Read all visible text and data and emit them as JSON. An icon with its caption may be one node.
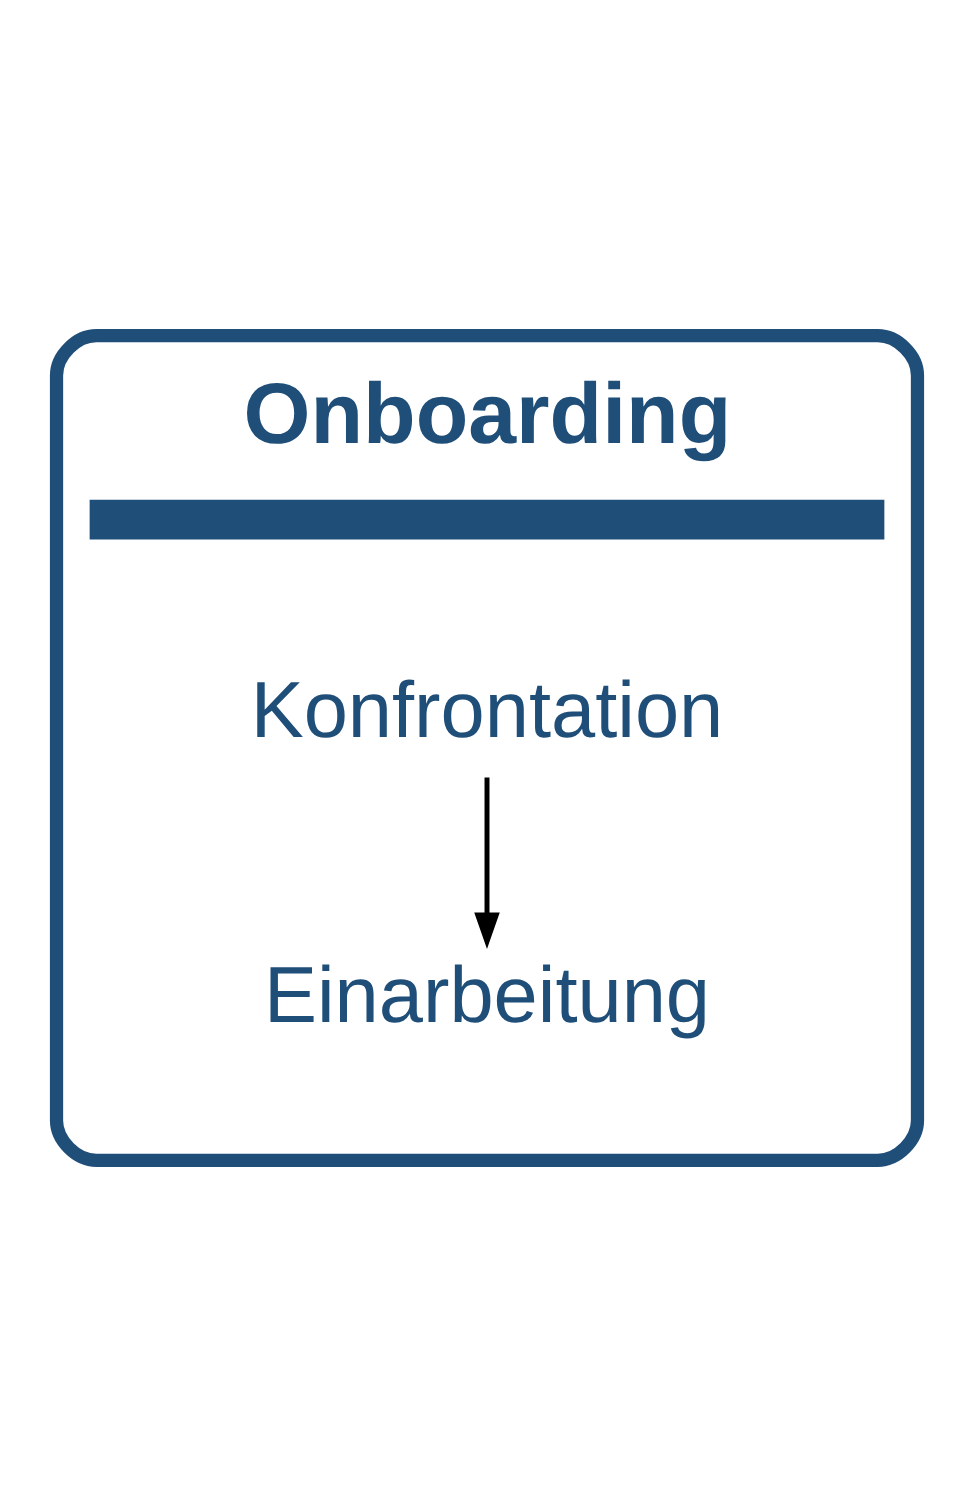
{
  "diagram": {
    "nodes": [
      {
        "text": [
          "Onboarding"
        ]
      },
      {
        "text": [
          "Konfrontation"
        ],
        "in": 0
      },
      {
        "text": [
          "Einarbeitung"
        ],
        "in": 0
      }
    ],
    "edges": [
      {
        "from": 1,
        "to": 2,
        "arrow": "to"
      }
    ]
  }
}
